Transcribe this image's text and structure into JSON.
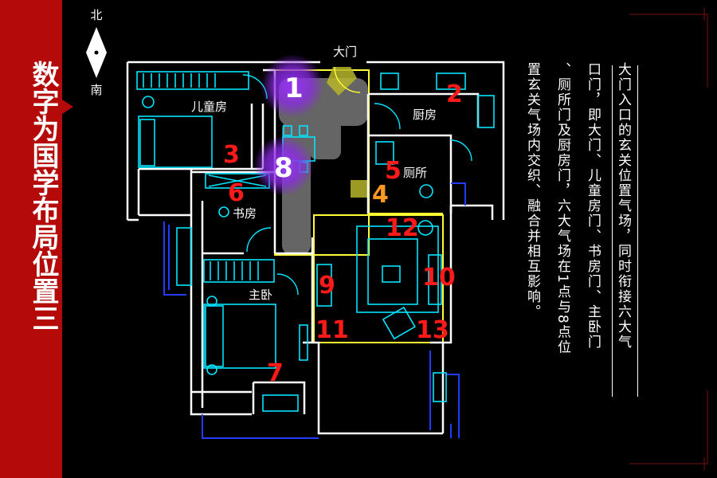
{
  "title": "数字为国学布局位置三",
  "compass": {
    "north": "北",
    "south": "南"
  },
  "rooms": {
    "front_door": "大门",
    "kids_room": "儿童房",
    "kitchen": "厨房",
    "toilet": "厕所",
    "study": "书房",
    "master_bedroom": "主卧"
  },
  "positions": [
    "1",
    "2",
    "3",
    "4",
    "5",
    "6",
    "7",
    "8",
    "9",
    "10",
    "11",
    "12",
    "13"
  ],
  "description_columns": [
    "大门入口的玄关位置气场，同时衔接六大气",
    "口门，即大门、儿童房门、书房门、主卧门",
    "、厕所门及厨房门，六大气场在1点与8点位",
    "置玄关气场内交织、融合并相互影响。"
  ],
  "colors": {
    "sidebar": "#b40a0a",
    "walls": "#ffffff",
    "furniture": "#00e5ff",
    "highlight": "#ffff33",
    "purple_glow": "#8a2be2",
    "numbers": "#ff1a1a"
  }
}
